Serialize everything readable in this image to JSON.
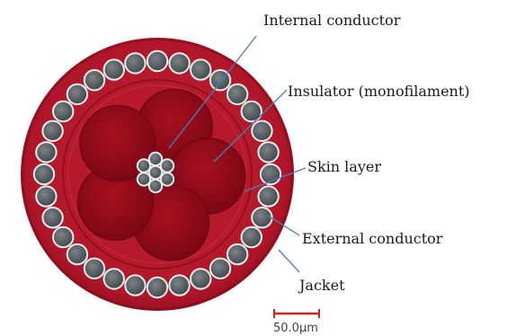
{
  "labels": {
    "internal_conductor": "Internal conductor",
    "insulator": "Insulator (monofilament)",
    "skin_layer": "Skin layer",
    "external_conductor": "External conductor",
    "jacket": "Jacket"
  },
  "scale_bar": {
    "label": "50.0µm"
  },
  "colors": {
    "jacket": "#b71a2c",
    "jacket_dark": "#8e0f1f",
    "insulator": "#9c0e1d",
    "insulator_dark": "#6f0713",
    "wire_fill": "#5b6367",
    "wire_rim": "#e9edf0",
    "leader_line": "#4a7fb8",
    "scale_bar": "#cc2222"
  }
}
